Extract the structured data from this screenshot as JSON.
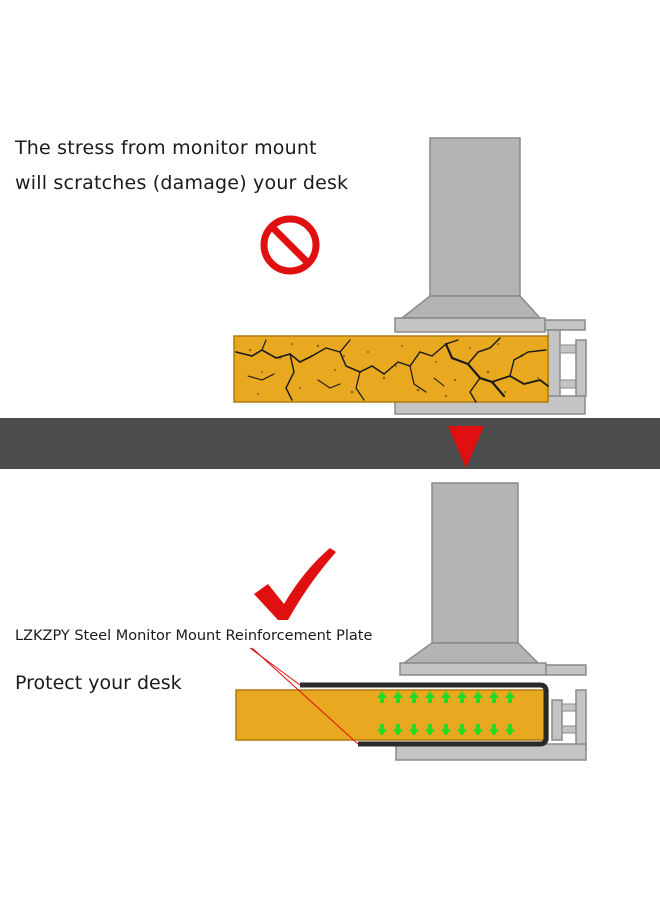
{
  "top_panel": {
    "line1": "The stress from monitor mount",
    "line2": "will scratches (damage) your desk",
    "status_icon": "prohibited-icon",
    "status_color": "#e01010"
  },
  "bottom_panel": {
    "product_label": "LZKZPY Steel Monitor Mount Reinforcement Plate",
    "benefit": "Protect your desk",
    "status_icon": "check-mark-icon",
    "status_color": "#e01010",
    "arrow_color": "#22dd22"
  },
  "divider": {
    "color": "#4d4d4d",
    "arrow_icon": "down-arrow-icon",
    "arrow_color": "#e01010"
  },
  "colors": {
    "desk_yellow": "#e8a820",
    "mount_gray": "#b4b4b4",
    "plate_dark": "#2a2a2a"
  }
}
